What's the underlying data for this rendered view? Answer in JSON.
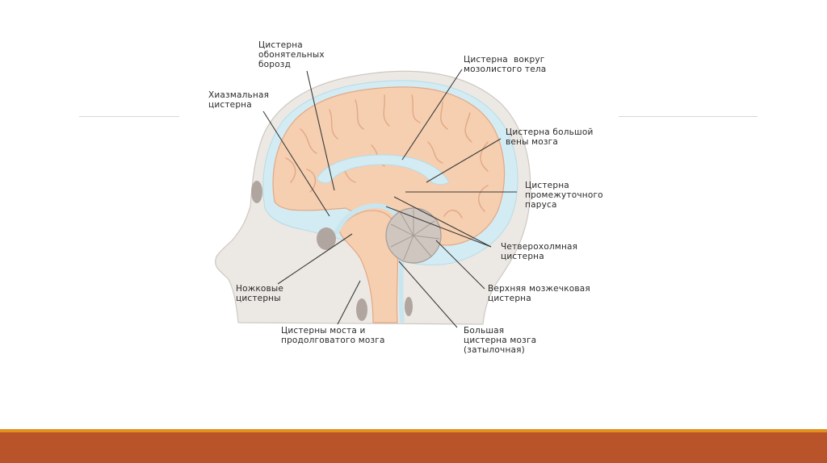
{
  "labels": {
    "olfactory": "Цистерна\nобонятельных\nборозд",
    "chiasmatic": "Хиазмальная\nцистерна",
    "callosal": "Цистерна  вокруг\nмозолистого тела",
    "great_vein": "Цистерна большой\nвены мозга",
    "velum": "Цистерна\nпромежуточного\nпаруса",
    "quadrigeminal": "Четверохолмная\nцистерна",
    "peduncular": "Ножковые\nцистерны",
    "sup_cerebellar": "Верхняя мозжечковая\nцистерна",
    "pontine": "Цистерны моста и\nпродолговатого мозга",
    "magna": "Большая\nцистерна мозга\n(затылочная)"
  },
  "colors": {
    "brain": "#f5cfb0",
    "brain_outline": "#e2a886",
    "csf": "#d3ecf3",
    "skull": "#ece8e4",
    "cerebellum": "#cfc6c0",
    "dark_sinus": "#b0a59f",
    "leader": "#3a3a3a",
    "footer_thin": "#e3901c",
    "footer_bar": "#b9532a",
    "divider": "#d8d8d8"
  }
}
